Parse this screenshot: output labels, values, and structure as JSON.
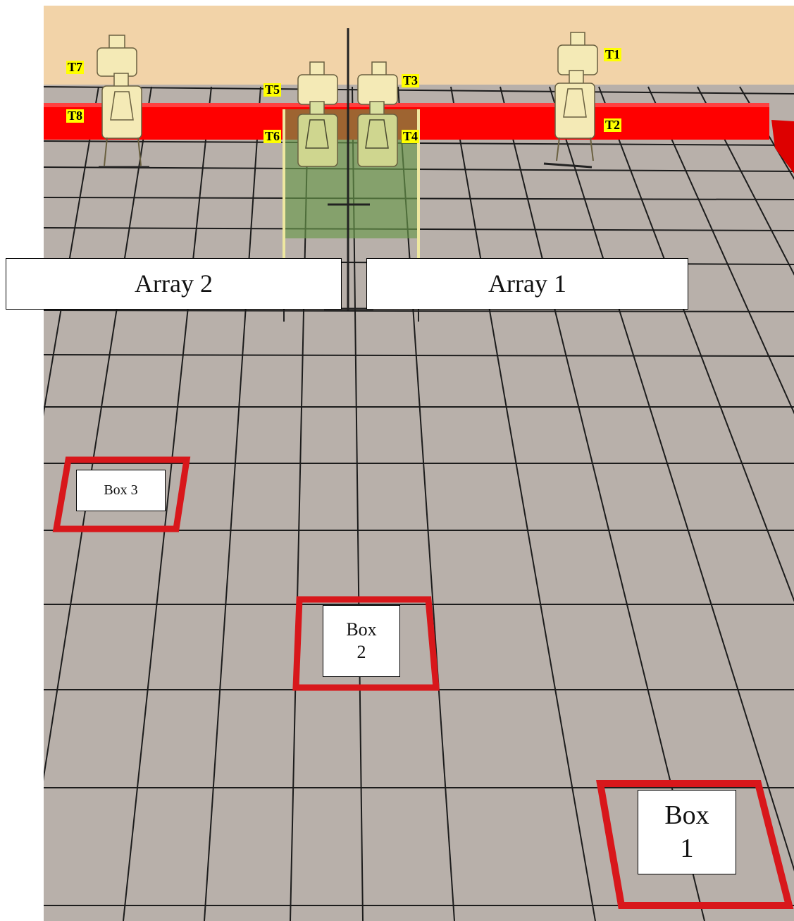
{
  "colors": {
    "wall": "#f2d3a8",
    "floor": "#b8b0aa",
    "grid_line": "#1c1c1c",
    "barrier": "#ff0000",
    "box_frame": "#d8171b",
    "target": "#f4eab6",
    "window": "#6a9a4c",
    "tag_bg": "#ffff00"
  },
  "targets": {
    "t1": "T1",
    "t2": "T2",
    "t3": "T3",
    "t4": "T4",
    "t5": "T5",
    "t6": "T6",
    "t7": "T7",
    "t8": "T8"
  },
  "arrays": {
    "array2": "Array 2",
    "array1": "Array 1"
  },
  "boxes": {
    "box3": "Box 3",
    "box2": "Box\n2",
    "box1": "Box\n1"
  }
}
